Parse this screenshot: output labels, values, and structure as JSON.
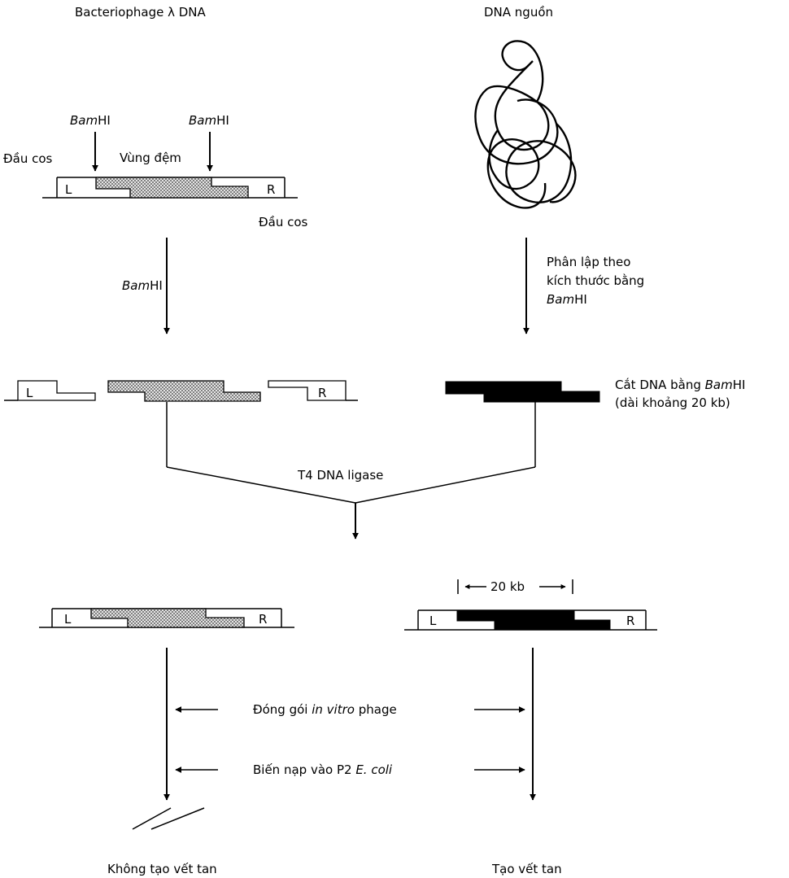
{
  "labels": {
    "lambda_title": "Bacteriophage λ DNA",
    "source_title": "DNA nguồn",
    "bamhi": "Bam",
    "hi": "HI",
    "cos_end_left": "Đầu cos",
    "cos_end_right": "Đầu cos",
    "stuffer": "Vùng đệm",
    "L": "L",
    "R": "R",
    "size_select_1": "Phân lập theo",
    "size_select_2": "kích thước bằng",
    "cut_dna_1": "Cắt DNA bằng ",
    "cut_dna_2": "(dài khoảng 20 kb)",
    "ligase": "T4 DNA ligase",
    "insert_size": "20 kb",
    "packaging_pre": "Đóng gói ",
    "packaging_it": "in vitro",
    "packaging_post": " phage",
    "transform_pre": "Biến nạp vào P2 ",
    "transform_it": "E. coli",
    "no_plaque": "Không tạo vết tan",
    "plaque": "Tạo vết tan"
  }
}
